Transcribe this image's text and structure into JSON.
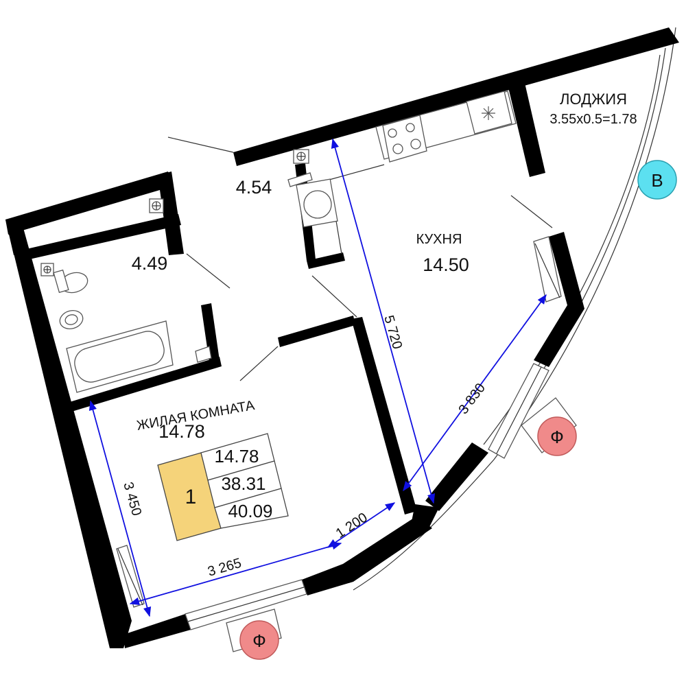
{
  "rooms": {
    "loggia_label": "ЛОДЖИЯ",
    "loggia_formula": "3.55x0.5=1.78",
    "kitchen_label": "КУХНЯ",
    "kitchen_area": "14.50",
    "living_label": "ЖИЛАЯ КОМНАТА",
    "living_area": "14.78",
    "bath_area": "4.54",
    "hall_area": "4.49"
  },
  "summary": {
    "room_count": "1",
    "living_area": "14.78",
    "total_area": "38.31",
    "total_with_loggia": "40.09",
    "badge_color": "#f5d37a"
  },
  "dimensions": {
    "kitchen_length": "5 720",
    "kitchen_window": "3 830",
    "living_width": "3 265",
    "living_depth": "3 450",
    "living_corner": "1 200",
    "dimension_color": "#1010e0"
  },
  "markers": {
    "axis_v": "В",
    "axis_v_color": "#5ce0f0",
    "facade_1": "Ф",
    "facade_2": "Ф",
    "facade_color": "#f08a8a"
  }
}
